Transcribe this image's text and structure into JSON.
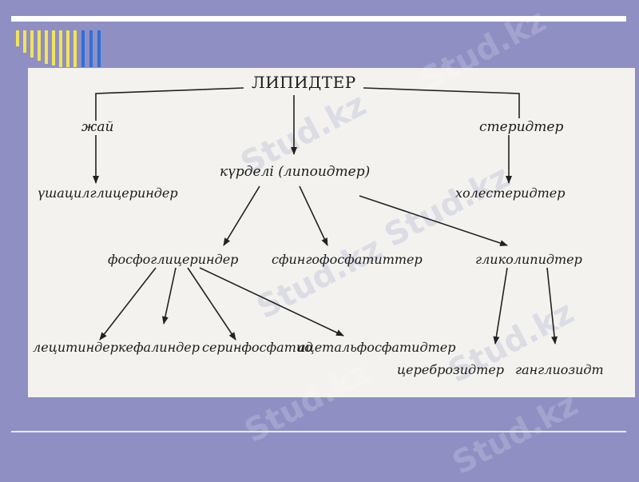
{
  "diagram": {
    "root": "ЛИПИДТЕР",
    "simple": "жай",
    "steroids": "стеридтер",
    "complex": "күрделі (липоидтер)",
    "triglycerides": "үшацилглицериндер",
    "cholesterides": "холестеридтер",
    "phosphoglycerides": "фосфоглицериндер",
    "sphingophosphatides": "сфингофосфатиттер",
    "glycolipids": "гликолипидтер",
    "lecithins": "лецитиндер",
    "cephalins": "кефалиндер",
    "serinphosphatide": "серинфосфатид",
    "acetalphosphatides": "ацетальфосфатидтер",
    "cerebrosides": "цереброзидтер",
    "gangliosides": "ганглиозидт"
  },
  "watermark": "Stud.kz",
  "colors": {
    "background": "#8f8fc4",
    "panel": "#f3f2ee",
    "line": "#ffffff",
    "stripe_yellow": "#f2e35a",
    "stripe_blue": "#2f6fd6"
  }
}
